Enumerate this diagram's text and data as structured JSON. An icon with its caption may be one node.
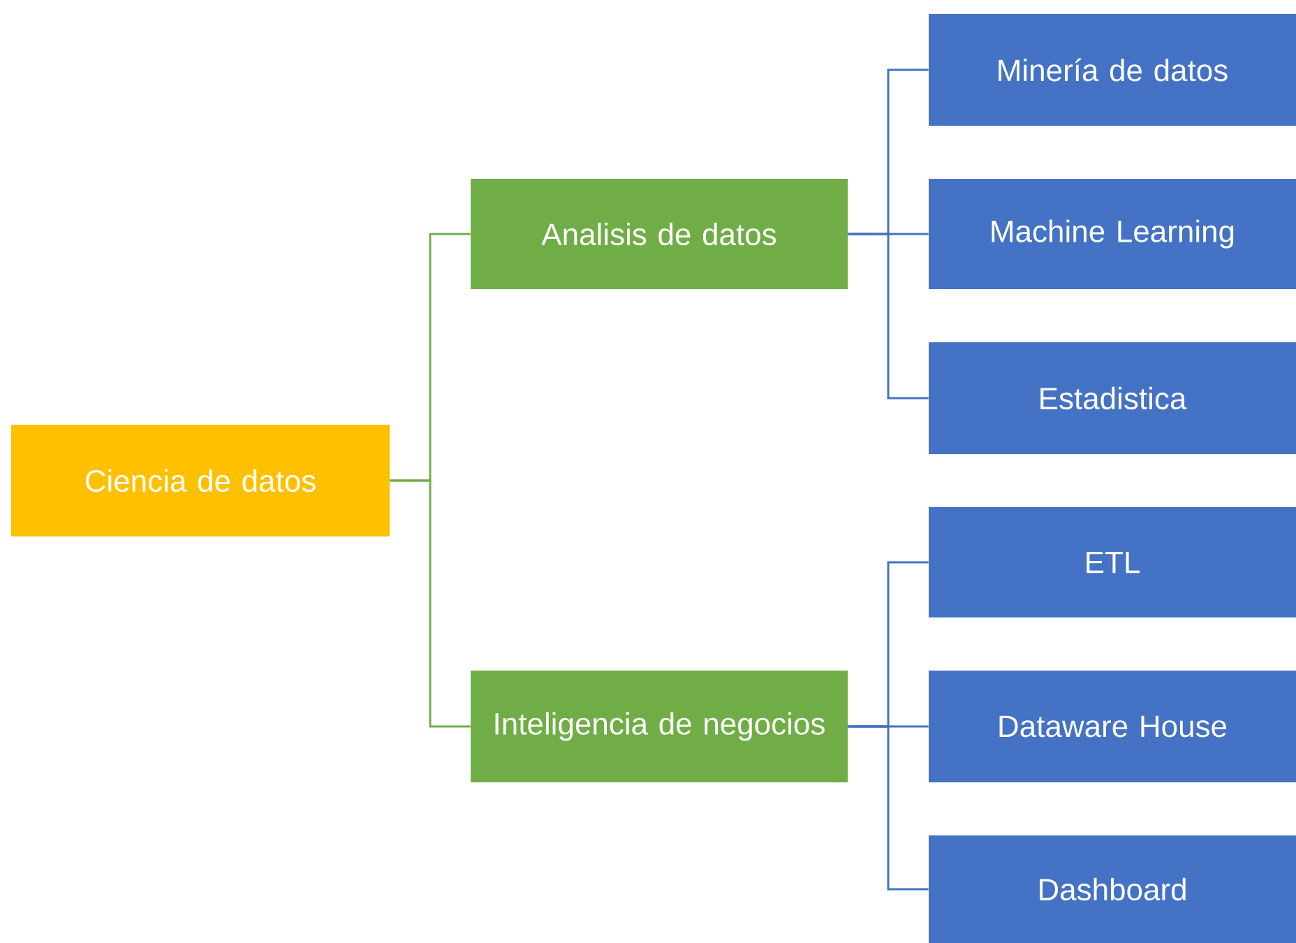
{
  "diagram": {
    "nodes": [
      {
        "text": [
          "Ciencia de datos"
        ]
      },
      {
        "text": [
          "Analisis de datos"
        ]
      },
      {
        "text": [
          "Inteligencia de negocios"
        ]
      },
      {
        "text": [
          "Minería de datos"
        ]
      },
      {
        "text": [
          "Machine Learning"
        ]
      },
      {
        "text": [
          "Estadistica"
        ]
      },
      {
        "text": [
          "ETL"
        ]
      },
      {
        "text": [
          "Dataware House"
        ]
      },
      {
        "text": [
          "Dashboard"
        ]
      }
    ],
    "edges": [
      {
        "from": 0,
        "to": 1,
        "arrow": "none",
        "color": "#70ad47"
      },
      {
        "from": 0,
        "to": 2,
        "arrow": "none",
        "color": "#70ad47"
      },
      {
        "from": 1,
        "to": 3,
        "arrow": "none"
      },
      {
        "from": 1,
        "to": 4,
        "arrow": "none"
      },
      {
        "from": 1,
        "to": 5,
        "arrow": "none"
      },
      {
        "from": 2,
        "to": 6,
        "arrow": "none"
      },
      {
        "from": 2,
        "to": 7,
        "arrow": "none"
      },
      {
        "from": 2,
        "to": 8,
        "arrow": "none"
      }
    ]
  }
}
